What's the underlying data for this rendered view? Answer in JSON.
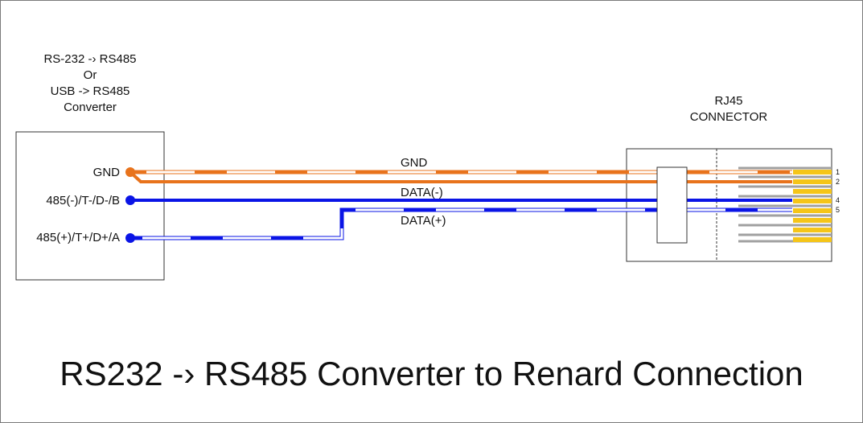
{
  "converter": {
    "title_lines": [
      "RS-232 -› RS485",
      "Or",
      "USB -> RS485",
      "Converter"
    ],
    "pins": {
      "gnd": "GND",
      "data_minus": "485(-)/T-/D-/B",
      "data_plus": "485(+)/T+/D+/A"
    }
  },
  "connector": {
    "title_lines": [
      "RJ45",
      "CONNECTOR"
    ],
    "pin_numbers": [
      "1",
      "2",
      "4",
      "5"
    ]
  },
  "wires": {
    "gnd": "GND",
    "data_minus": "DATA(-)",
    "data_plus": "DATA(+)"
  },
  "footer_title": "RS232 -› RS485 Converter to Renard Connection",
  "colors": {
    "gnd_wire": "#e8731c",
    "data_wire": "#0a14e6",
    "contact": "#f5c518",
    "contact_gray": "#a0a0a0",
    "border": "#333333"
  }
}
